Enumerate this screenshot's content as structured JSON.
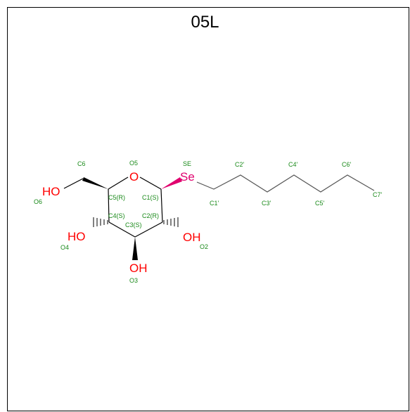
{
  "title": "05L",
  "atoms": {
    "HO6": "HO",
    "O5": "O",
    "Se": "Se",
    "HO4": "HO",
    "OH2": "OH",
    "OH3": "OH"
  },
  "labels": {
    "C6": "C6",
    "O5": "O5",
    "SE": "SE",
    "O6": "O6",
    "C5": "C5(R)",
    "C1": "C1(S)",
    "C4": "C4(S)",
    "C2": "C2(R)",
    "C3": "C3(S)",
    "O4": "O4",
    "O2": "O2",
    "O3": "O3",
    "C1p": "C1'",
    "C2p": "C2'",
    "C3p": "C3'",
    "C4p": "C4'",
    "C5p": "C5'",
    "C6p": "C6'",
    "C7p": "C7'"
  },
  "colors": {
    "oxygen": "#ff0000",
    "selenium": "#e0006e",
    "atom_label": "#1a8a1a",
    "bond": "#000000"
  }
}
